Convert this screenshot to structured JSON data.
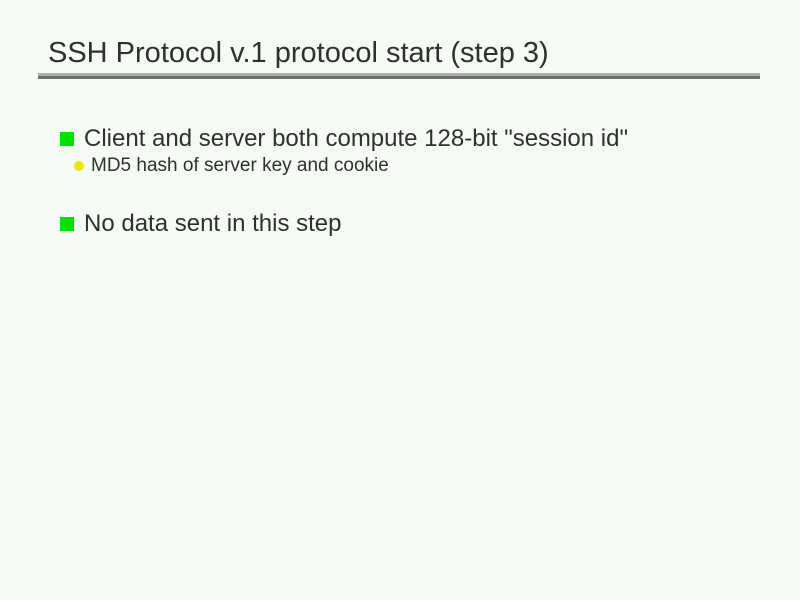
{
  "slide": {
    "title": "SSH Protocol v.1 protocol start (step 3)",
    "bullets": [
      {
        "level": 1,
        "text": "Client and server both compute 128-bit \"session id\""
      },
      {
        "level": 2,
        "text": "MD5 hash of server key and cookie"
      },
      {
        "level": 1,
        "text": "No data sent in this step"
      }
    ],
    "colors": {
      "background": "#f5faf5",
      "text": "#303030",
      "level1_bullet": "#00e000",
      "level2_bullet": "#e8e800",
      "rule_top": "#a9afa9",
      "rule_bottom": "#6b716b"
    }
  }
}
